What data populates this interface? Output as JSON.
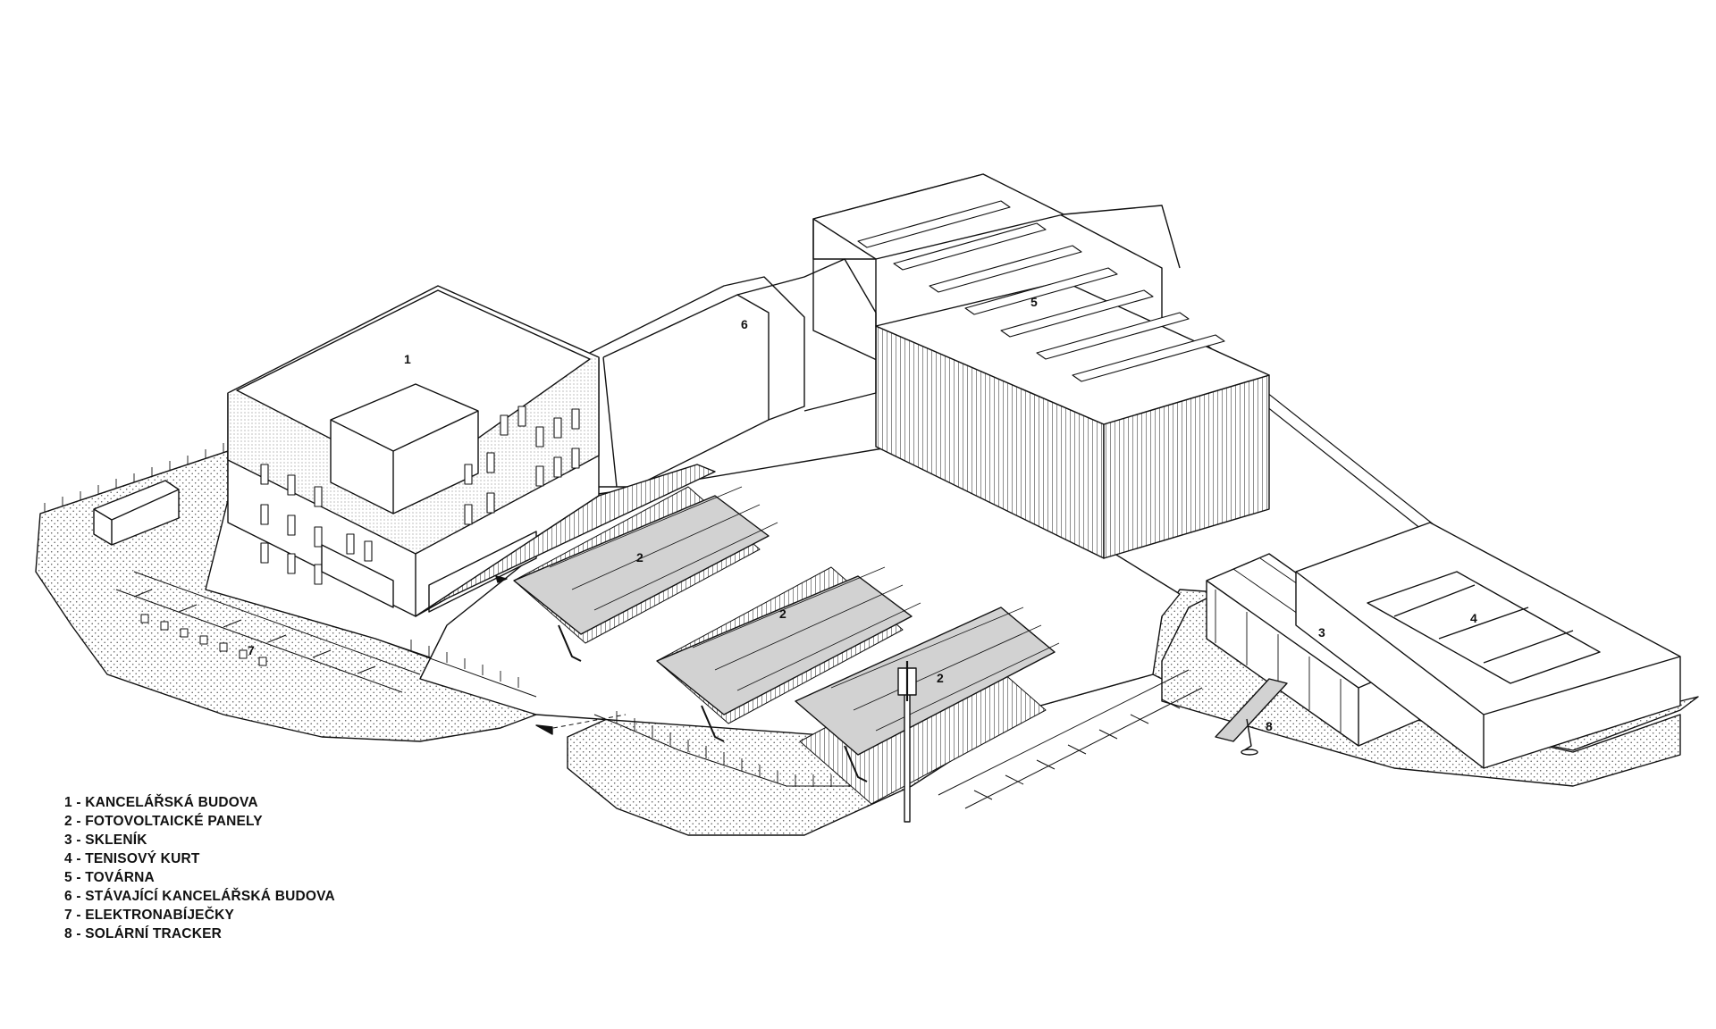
{
  "colors": {
    "line": "#111111",
    "ground": "#f3f3f3",
    "panel": "#d2d2d2",
    "paper": "#ffffff"
  },
  "callouts": {
    "office": "1",
    "pv_a": "2",
    "pv_b": "2",
    "pv_c": "2",
    "greenhouse": "3",
    "tennis": "4",
    "factory": "5",
    "existing_office": "6",
    "chargers": "7",
    "tracker": "8"
  },
  "legend": [
    "1 - KANCELÁŘSKÁ BUDOVA",
    "2 - FOTOVOLTAICKÉ PANELY",
    "3 - SKLENÍK",
    "4 - TENISOVÝ KURT",
    "5 - TOVÁRNA",
    "6 - STÁVAJÍCÍ KANCELÁŘSKÁ BUDOVA",
    "7 - ELEKTRONABÍJEČKY",
    "8 - SOLÁRNÍ TRACKER"
  ]
}
